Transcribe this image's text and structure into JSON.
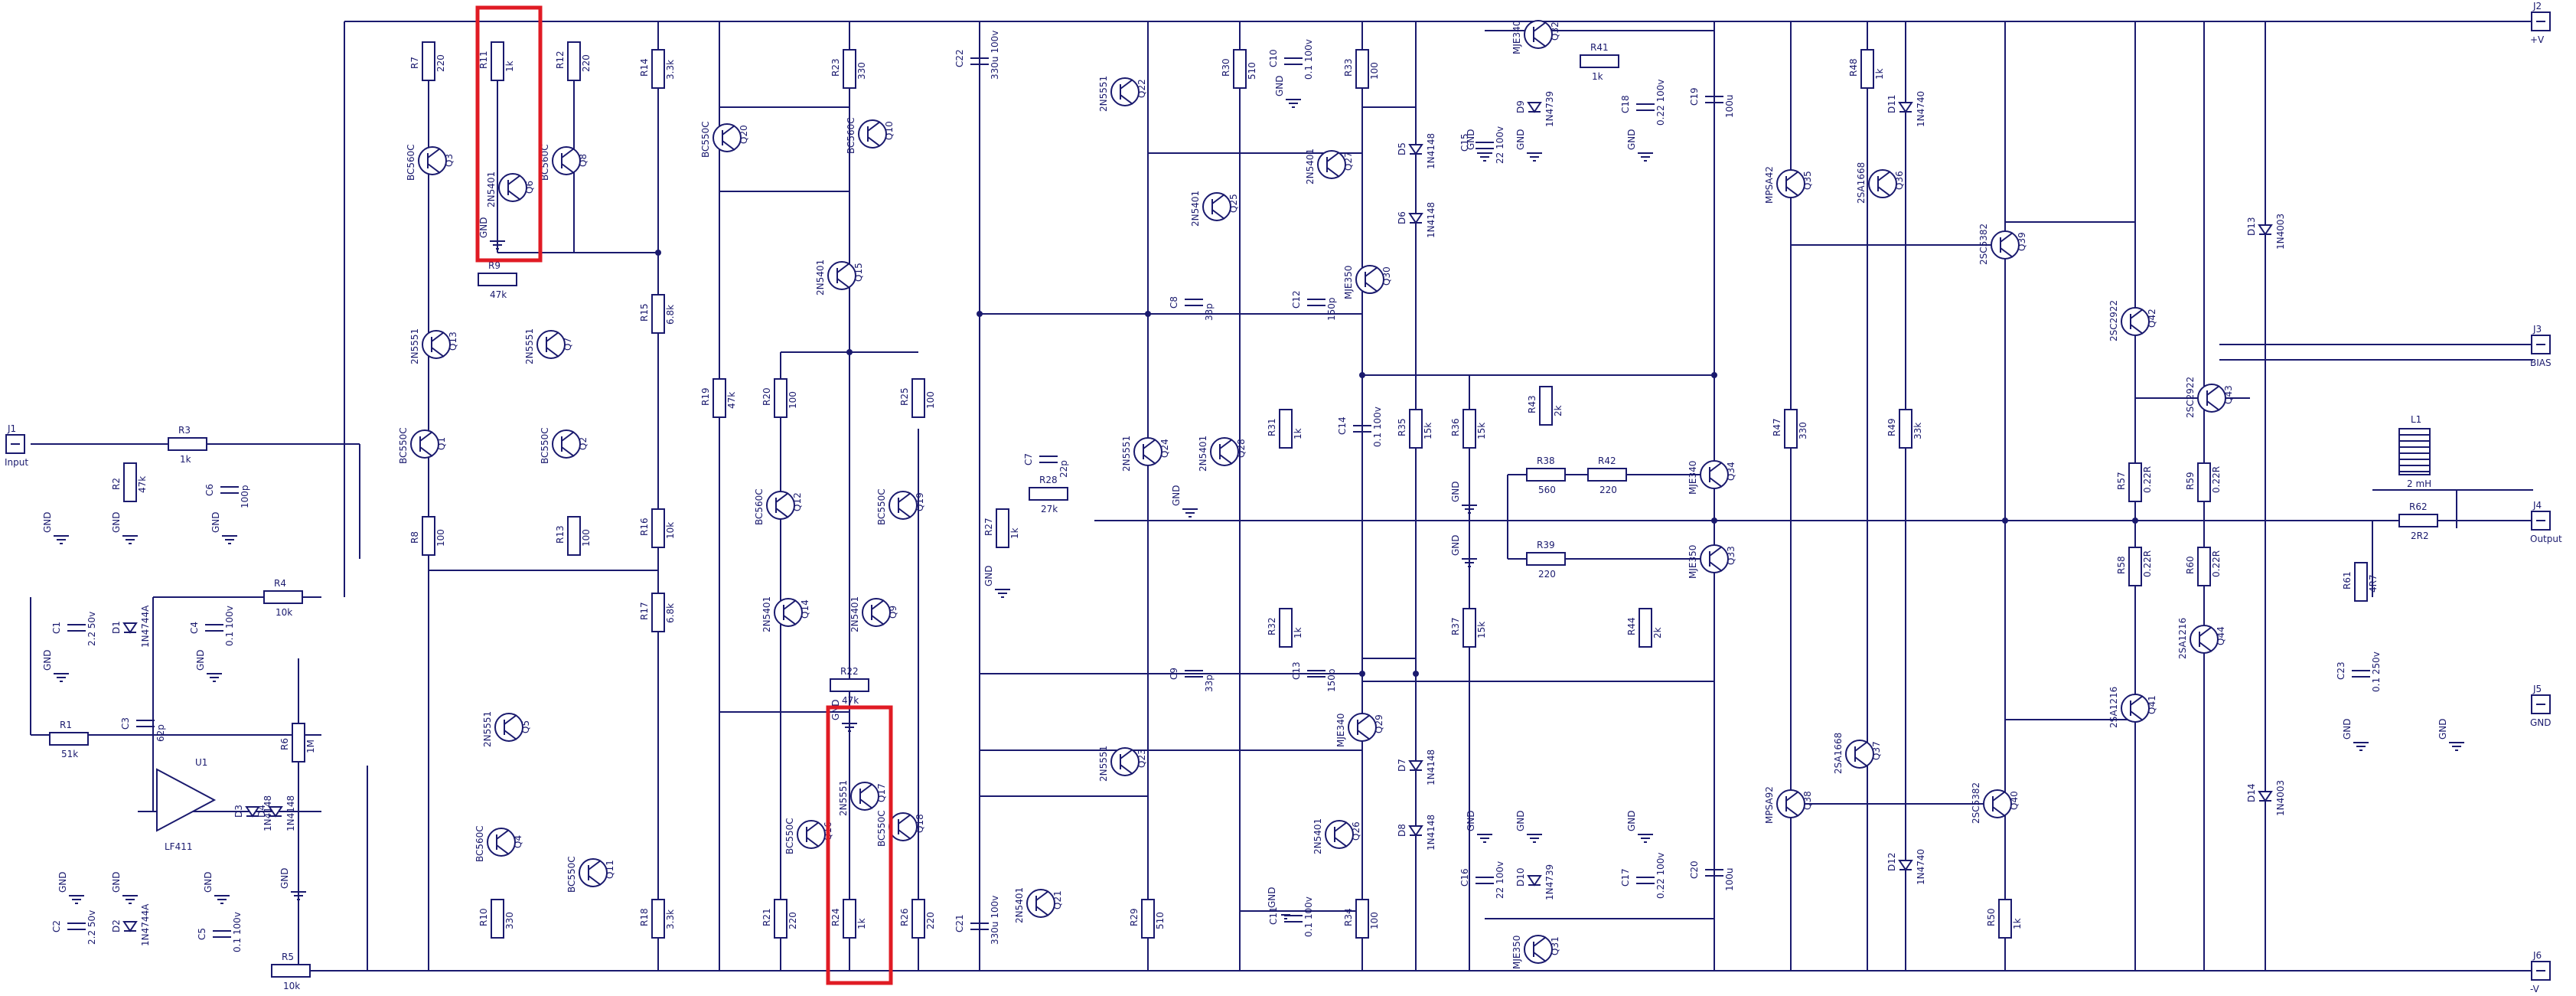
{
  "connectors": [
    {
      "id": "J1",
      "label": "Input"
    },
    {
      "id": "J2",
      "label": "+V"
    },
    {
      "id": "J3",
      "label": "BIAS"
    },
    {
      "id": "J4",
      "label": "Output"
    },
    {
      "id": "J5",
      "label": "GND"
    },
    {
      "id": "J6",
      "label": "-V"
    }
  ],
  "resistors": [
    {
      "id": "R1",
      "value": "51k"
    },
    {
      "id": "R2",
      "value": "47k"
    },
    {
      "id": "R3",
      "value": "1k"
    },
    {
      "id": "R4",
      "value": "10k"
    },
    {
      "id": "R5",
      "value": "10k"
    },
    {
      "id": "R6",
      "value": "1M"
    },
    {
      "id": "R7",
      "value": "220"
    },
    {
      "id": "R8",
      "value": "100"
    },
    {
      "id": "R9",
      "value": "47k"
    },
    {
      "id": "R10",
      "value": "330"
    },
    {
      "id": "R11",
      "value": "1k"
    },
    {
      "id": "R12",
      "value": "220"
    },
    {
      "id": "R13",
      "value": "100"
    },
    {
      "id": "R14",
      "value": "3.3k"
    },
    {
      "id": "R15",
      "value": "6.8k"
    },
    {
      "id": "R16",
      "value": "10k"
    },
    {
      "id": "R17",
      "value": "6.8k"
    },
    {
      "id": "R18",
      "value": "3.3k"
    },
    {
      "id": "R19",
      "value": "47k"
    },
    {
      "id": "R20",
      "value": "100"
    },
    {
      "id": "R21",
      "value": "220"
    },
    {
      "id": "R22",
      "value": "47k"
    },
    {
      "id": "R23",
      "value": "330"
    },
    {
      "id": "R24",
      "value": "1k"
    },
    {
      "id": "R25",
      "value": "100"
    },
    {
      "id": "R26",
      "value": "220"
    },
    {
      "id": "R27",
      "value": "1k"
    },
    {
      "id": "R28",
      "value": "27k"
    },
    {
      "id": "R29",
      "value": "510"
    },
    {
      "id": "R30",
      "value": "510"
    },
    {
      "id": "R31",
      "value": "1k"
    },
    {
      "id": "R32",
      "value": "1k"
    },
    {
      "id": "R33",
      "value": "100"
    },
    {
      "id": "R34",
      "value": "100"
    },
    {
      "id": "R35",
      "value": "15k"
    },
    {
      "id": "R36",
      "value": "15k"
    },
    {
      "id": "R37",
      "value": "15k"
    },
    {
      "id": "R38",
      "value": "560"
    },
    {
      "id": "R39",
      "value": "220"
    },
    {
      "id": "R41",
      "value": "1k"
    },
    {
      "id": "R42",
      "value": "220"
    },
    {
      "id": "R43",
      "value": "2k"
    },
    {
      "id": "R44",
      "value": "2k"
    },
    {
      "id": "R47",
      "value": "330"
    },
    {
      "id": "R48",
      "value": "1k"
    },
    {
      "id": "R49",
      "value": "33k"
    },
    {
      "id": "R50",
      "value": "1k"
    },
    {
      "id": "R57",
      "value": "0.22R"
    },
    {
      "id": "R58",
      "value": "0.22R"
    },
    {
      "id": "R59",
      "value": "0.22R"
    },
    {
      "id": "R60",
      "value": "0.22R"
    },
    {
      "id": "R61",
      "value": "4R7"
    },
    {
      "id": "R62",
      "value": "2R2"
    }
  ],
  "capacitors": [
    {
      "id": "C1",
      "value": "2.2 50v"
    },
    {
      "id": "C2",
      "value": "2.2 50v"
    },
    {
      "id": "C3",
      "value": "62p"
    },
    {
      "id": "C4",
      "value": "0.1 100v"
    },
    {
      "id": "C5",
      "value": "0.1 100v"
    },
    {
      "id": "C6",
      "value": "100p"
    },
    {
      "id": "C7",
      "value": "22p"
    },
    {
      "id": "C8",
      "value": "33p"
    },
    {
      "id": "C9",
      "value": "33p"
    },
    {
      "id": "C10",
      "value": "0.1 100v"
    },
    {
      "id": "C11",
      "value": "0.1 100v"
    },
    {
      "id": "C12",
      "value": "150p"
    },
    {
      "id": "C13",
      "value": "150p"
    },
    {
      "id": "C14",
      "value": "0.1 100v"
    },
    {
      "id": "C15",
      "value": "22 100v"
    },
    {
      "id": "C16",
      "value": "22 100v"
    },
    {
      "id": "C17",
      "value": "0.22 100v"
    },
    {
      "id": "C18",
      "value": "0.22 100v"
    },
    {
      "id": "C19",
      "value": "100u"
    },
    {
      "id": "C20",
      "value": "100u"
    },
    {
      "id": "C21",
      "value": "330u 100v"
    },
    {
      "id": "C22",
      "value": "330u 100v"
    },
    {
      "id": "C23",
      "value": "0.1 250v"
    }
  ],
  "transistors": [
    {
      "id": "Q1",
      "part": "BC550C"
    },
    {
      "id": "Q2",
      "part": "BC550C"
    },
    {
      "id": "Q3",
      "part": "BC560C"
    },
    {
      "id": "Q4",
      "part": "BC560C"
    },
    {
      "id": "Q5",
      "part": "2N5551"
    },
    {
      "id": "Q6",
      "part": "2N5401"
    },
    {
      "id": "Q7",
      "part": "2N5551"
    },
    {
      "id": "Q8",
      "part": "BC560C"
    },
    {
      "id": "Q9",
      "part": "2N5401"
    },
    {
      "id": "Q10",
      "part": "BC560C"
    },
    {
      "id": "Q11",
      "part": "BC550C"
    },
    {
      "id": "Q12",
      "part": "BC560C"
    },
    {
      "id": "Q13",
      "part": "2N5551"
    },
    {
      "id": "Q14",
      "part": "2N5401"
    },
    {
      "id": "Q15",
      "part": "2N5401"
    },
    {
      "id": "Q16",
      "part": "BC550C"
    },
    {
      "id": "Q17",
      "part": "2N5551"
    },
    {
      "id": "Q18",
      "part": "BC550C"
    },
    {
      "id": "Q19",
      "part": "BC550C"
    },
    {
      "id": "Q20",
      "part": "BC550C"
    },
    {
      "id": "Q21",
      "part": "2N5401"
    },
    {
      "id": "Q22",
      "part": "2N5551"
    },
    {
      "id": "Q23",
      "part": "2N5551"
    },
    {
      "id": "Q24",
      "part": "2N5551"
    },
    {
      "id": "Q25",
      "part": "2N5401"
    },
    {
      "id": "Q26",
      "part": "2N5401"
    },
    {
      "id": "Q27",
      "part": "2N5401"
    },
    {
      "id": "Q28",
      "part": "2N5401"
    },
    {
      "id": "Q29",
      "part": "MJE340"
    },
    {
      "id": "Q30",
      "part": "MJE350"
    },
    {
      "id": "Q31",
      "part": "MJE350"
    },
    {
      "id": "Q32",
      "part": "MJE340"
    },
    {
      "id": "Q33",
      "part": "MJE350"
    },
    {
      "id": "Q34",
      "part": "MJE340"
    },
    {
      "id": "Q35",
      "part": "MPSA42"
    },
    {
      "id": "Q36",
      "part": "2SA1668"
    },
    {
      "id": "Q37",
      "part": "2SA1668"
    },
    {
      "id": "Q38",
      "part": "MPSA92"
    },
    {
      "id": "Q39",
      "part": "2SC5382"
    },
    {
      "id": "Q40",
      "part": "2SC5382"
    },
    {
      "id": "Q41",
      "part": "2SA1216"
    },
    {
      "id": "Q42",
      "part": "2SC2922"
    },
    {
      "id": "Q43",
      "part": "2SC2922"
    },
    {
      "id": "Q44",
      "part": "2SA1216"
    }
  ],
  "diodes": [
    {
      "id": "D1",
      "part": "1N4744A"
    },
    {
      "id": "D2",
      "part": "1N4744A"
    },
    {
      "id": "D3",
      "part": "1N4148"
    },
    {
      "id": "D4",
      "part": "1N4148"
    },
    {
      "id": "D5",
      "part": "1N4148"
    },
    {
      "id": "D6",
      "part": "1N4148"
    },
    {
      "id": "D7",
      "part": "1N4148"
    },
    {
      "id": "D8",
      "part": "1N4148"
    },
    {
      "id": "D9",
      "part": "1N4739"
    },
    {
      "id": "D10",
      "part": "1N4739"
    },
    {
      "id": "D11",
      "part": "1N4740"
    },
    {
      "id": "D12",
      "part": "1N4740"
    },
    {
      "id": "D13",
      "part": "1N4003"
    },
    {
      "id": "D14",
      "part": "1N4003"
    }
  ],
  "opamp": {
    "id": "U1",
    "part": "LF411"
  },
  "inductor": {
    "id": "L1",
    "value": "2 mH"
  },
  "gnd_label": "GND"
}
